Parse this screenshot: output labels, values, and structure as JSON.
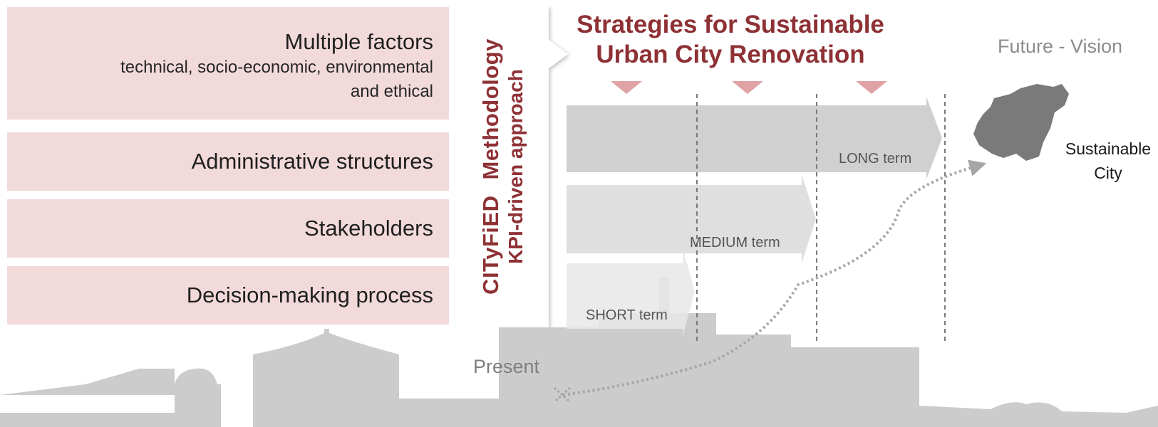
{
  "factors": [
    {
      "title": "Multiple factors",
      "subtitle_line1": "technical, socio-economic, environmental",
      "subtitle_line2": "and ethical"
    },
    {
      "title": "Administrative structures"
    },
    {
      "title": "Stakeholders"
    },
    {
      "title": "Decision-making process"
    }
  ],
  "methodology": {
    "line1_a": "CITyFiED",
    "line1_b": "Methodology",
    "line2": "KPI-driven approach"
  },
  "strategy": {
    "title_line1": "Strategies for Sustainable",
    "title_line2": "Urban City Renovation"
  },
  "timeline": {
    "vision_label": "Future - Vision",
    "present_label": "Present",
    "goal_line1": "Sustainable",
    "goal_line2": "City",
    "terms": {
      "long": "LONG term",
      "medium": "MEDIUM term",
      "short": "SHORT term"
    }
  },
  "colors": {
    "accent": "#8e3135",
    "factor_box": "#f2dadb",
    "strategy_marker": "#e0a3a5",
    "long_arrow": "#d0d0d0",
    "medium_arrow": "#dcdcdc",
    "short_arrow": "#e8e8e8",
    "skyline": "#cccccc",
    "city_map": "#7a7a7a"
  }
}
